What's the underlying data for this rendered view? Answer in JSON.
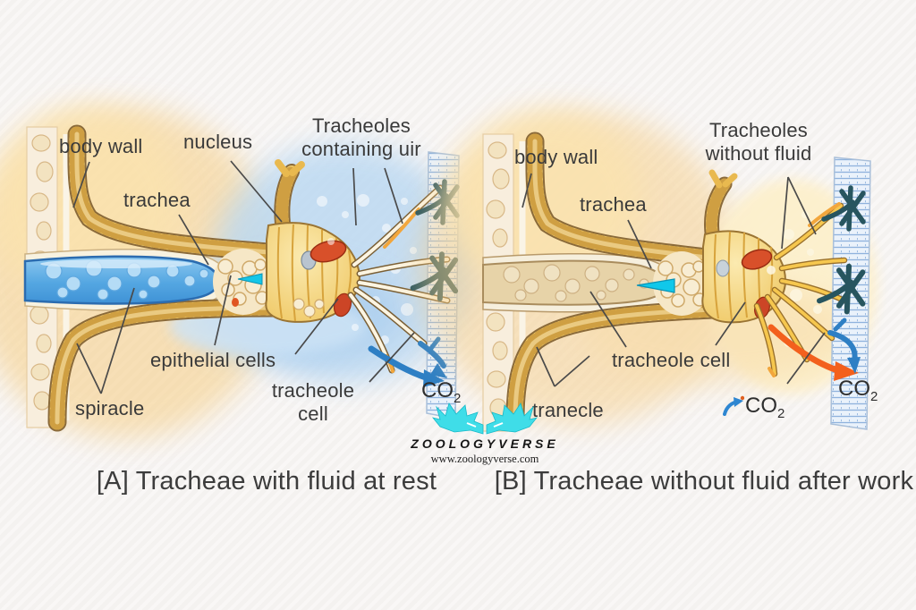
{
  "page": {
    "background": "#f9f7f6"
  },
  "brand": {
    "logo_text": "ZOOLOGYVERSE",
    "website": "www.zoologyverse.com",
    "logo_color": "#3fdde8"
  },
  "panel_a": {
    "caption": "[A] Tracheae with fluid at rest",
    "labels": {
      "body_wall": "body wall",
      "nucleus": "nucleus",
      "tracheoles_line1": "Tracheoles",
      "tracheoles_line2": "containing uir",
      "trachea": "trachea",
      "epithelial_cells": "epithelial cells",
      "tracheole_cell_line1": "tracheole",
      "tracheole_cell_line2": "cell",
      "spiracle": "spiracle",
      "co2_base": "CO",
      "co2_sub": "2"
    }
  },
  "panel_b": {
    "caption": "[B] Tracheae without fluid after work",
    "labels": {
      "body_wall": "body wall",
      "tracheoles_line1": "Tracheoles",
      "tracheoles_line2": "without fluid",
      "trachea": "trachea",
      "tracheole_cell": "tracheole cell",
      "tranecle": "tranecle",
      "co2_mid_base": "CO",
      "co2_mid_sub": "2",
      "co2_right_base": "CO",
      "co2_right_sub": "2"
    }
  },
  "colors": {
    "tube_yellow": "#f3cd6b",
    "tube_outline": "#8a6a3a",
    "fluid_blue": "#5aaee6",
    "fluid_tan": "#e7d3a8",
    "muscle_teal": "#27555f",
    "arrow_blue": "#2e7fc4",
    "arrow_orange": "#f3601d",
    "droplet_cyan": "#10c8ea",
    "nucleus_red": "#d8502a",
    "label_text": "#3a3a3a"
  }
}
